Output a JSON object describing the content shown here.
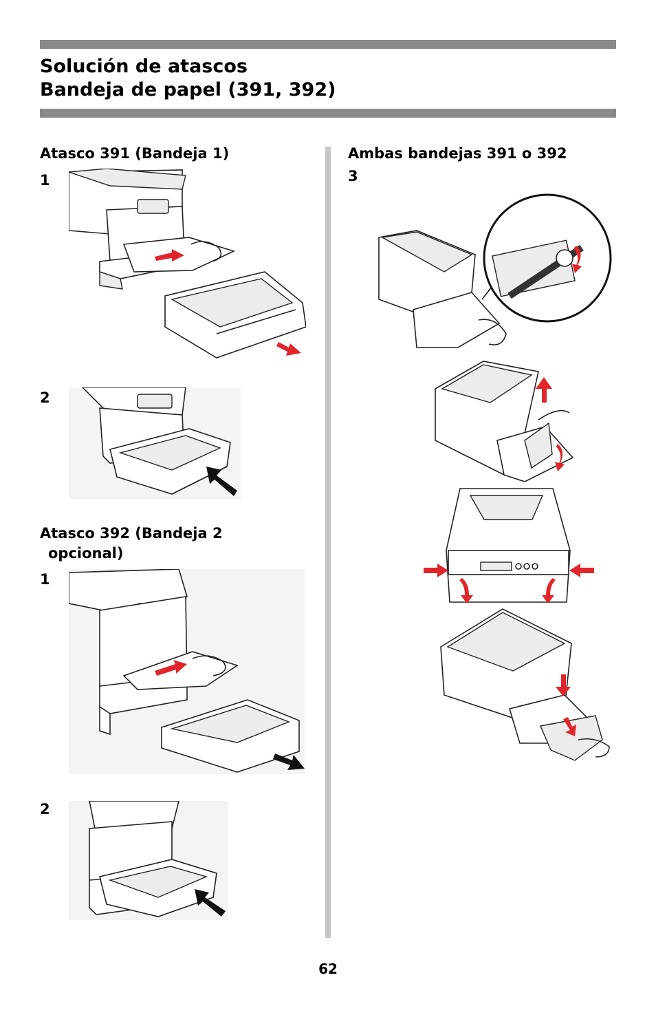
{
  "header": {
    "title_line1": "Solución de atascos",
    "title_line2": "Bandeja de papel (391, 392)"
  },
  "left": {
    "jam391": {
      "heading": "Atasco 391 (Bandeja 1)",
      "step1": "1",
      "step2": "2"
    },
    "jam392": {
      "heading_line1": "Atasco 392 (Bandeja 2",
      "heading_line2": "opcional)",
      "step1": "1",
      "step2": "2"
    }
  },
  "right": {
    "heading": "Ambas bandejas 391 o 392",
    "step3": "3"
  },
  "footer": {
    "page_number": "62"
  },
  "colors": {
    "rule": "#8a8a8a",
    "divider": "#c6c6c6",
    "arrow": "#e0262a"
  }
}
